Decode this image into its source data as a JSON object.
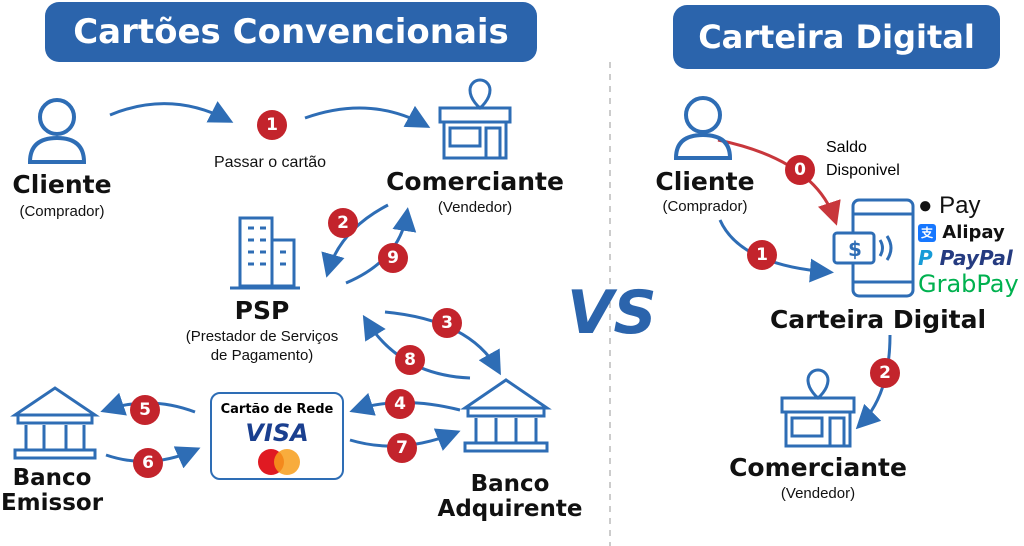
{
  "left": {
    "title": "Cartões Convencionais",
    "cliente": {
      "label": "Cliente",
      "sub": "(Comprador)"
    },
    "step1_text": "Passar o cartão",
    "comerciante": {
      "label": "Comerciante",
      "sub": "(Vendedor)"
    },
    "psp": {
      "label": "PSP",
      "sub1": "(Prestador de Serviços",
      "sub2": "de Pagamento)"
    },
    "banco_emissor": {
      "line1": "Banco",
      "line2": "Emissor"
    },
    "banco_adquirente": {
      "line1": "Banco",
      "line2": "Adquirente"
    },
    "card_network": {
      "title": "Cartão de Rede",
      "visa": "VISA"
    },
    "steps": [
      "1",
      "2",
      "3",
      "4",
      "5",
      "6",
      "7",
      "8",
      "9"
    ]
  },
  "vs": "VS",
  "right": {
    "title": "Carteira Digital",
    "cliente": {
      "label": "Cliente",
      "sub": "(Comprador)"
    },
    "saldo1": "Saldo",
    "saldo2": "Disponivel",
    "wallet_label": "Carteira Digital",
    "wallets": [
      " Pay",
      "Alipay",
      "PayPal",
      "GrabPay"
    ],
    "comerciante": {
      "label": "Comerciante",
      "sub": "(Vendedor)"
    },
    "steps": [
      "0",
      "1",
      "2"
    ]
  },
  "colors": {
    "blue": "#2e6db5",
    "title_bg": "#2b64ac",
    "red": "#c3242c"
  }
}
